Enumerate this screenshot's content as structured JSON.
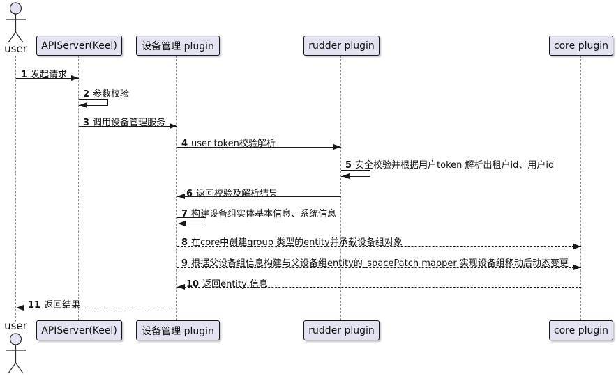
{
  "diagram": {
    "type": "uml-sequence",
    "actor": {
      "name": "user"
    },
    "participants": [
      {
        "name": "APIServer(Keel)"
      },
      {
        "name": "设备管理 plugin"
      },
      {
        "name": "rudder plugin"
      },
      {
        "name": "core plugin"
      }
    ],
    "messages": [
      {
        "num": "1",
        "text": "发起请求",
        "from": "user",
        "to": "APIServer(Keel)",
        "line": "solid"
      },
      {
        "num": "2",
        "text": "参数校验",
        "from": "APIServer(Keel)",
        "to": "APIServer(Keel)",
        "line": "self"
      },
      {
        "num": "3",
        "text": "调用设备管理服务",
        "from": "APIServer(Keel)",
        "to": "设备管理 plugin",
        "line": "solid"
      },
      {
        "num": "4",
        "text": "user token校验解析",
        "from": "设备管理 plugin",
        "to": "rudder plugin",
        "line": "solid"
      },
      {
        "num": "5",
        "text": "安全校验并根据用户token 解析出租户id、用户id",
        "from": "rudder plugin",
        "to": "rudder plugin",
        "line": "self"
      },
      {
        "num": "6",
        "text": "返回校验及解析结果",
        "from": "rudder plugin",
        "to": "设备管理 plugin",
        "line": "solid"
      },
      {
        "num": "7",
        "text": "构建设备组实体基本信息、系统信息",
        "from": "设备管理 plugin",
        "to": "设备管理 plugin",
        "line": "self"
      },
      {
        "num": "8",
        "text": "在core中创建group 类型的entity并承载设备组对象",
        "from": "设备管理 plugin",
        "to": "core plugin",
        "line": "dashed"
      },
      {
        "num": "9",
        "text": "根据父设备组信息构建与父设备组entity的_spacePatch mapper 实现设备组移动后动态变更",
        "from": "设备管理 plugin",
        "to": "core plugin",
        "line": "dashed"
      },
      {
        "num": "10",
        "text": "返回entity 信息",
        "from": "core plugin",
        "to": "设备管理 plugin",
        "line": "dashed"
      },
      {
        "num": "11",
        "text": "返回结果",
        "from": "设备管理 plugin",
        "to": "user",
        "line": "dashed"
      }
    ],
    "colors": {
      "participant_fill": "#E2E2F0",
      "participant_border": "#181818",
      "lifeline": "#8F8F9C",
      "message_text": "#121212",
      "background": "#FFFFFF"
    }
  }
}
